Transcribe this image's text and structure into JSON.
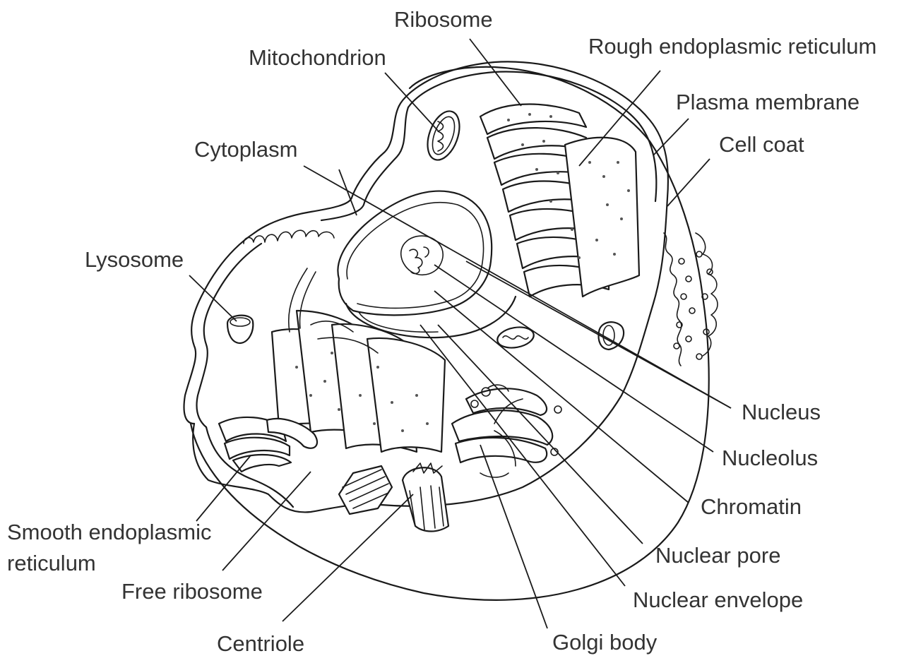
{
  "labels": {
    "ribosome": "Ribosome",
    "mitochondrion": "Mitochondrion",
    "rough_er": "Rough endoplasmic reticulum",
    "plasma_membrane": "Plasma membrane",
    "cell_coat": "Cell coat",
    "cytoplasm": "Cytoplasm",
    "lysosome": "Lysosome",
    "nucleus": "Nucleus",
    "nucleolus": "Nucleolus",
    "chromatin": "Chromatin",
    "nuclear_pore": "Nuclear pore",
    "nuclear_envelope": "Nuclear envelope",
    "golgi_body": "Golgi body",
    "smooth_er_line1": "Smooth endoplasmic",
    "smooth_er_line2": "reticulum",
    "free_ribosome": "Free ribosome",
    "centriole": "Centriole"
  }
}
